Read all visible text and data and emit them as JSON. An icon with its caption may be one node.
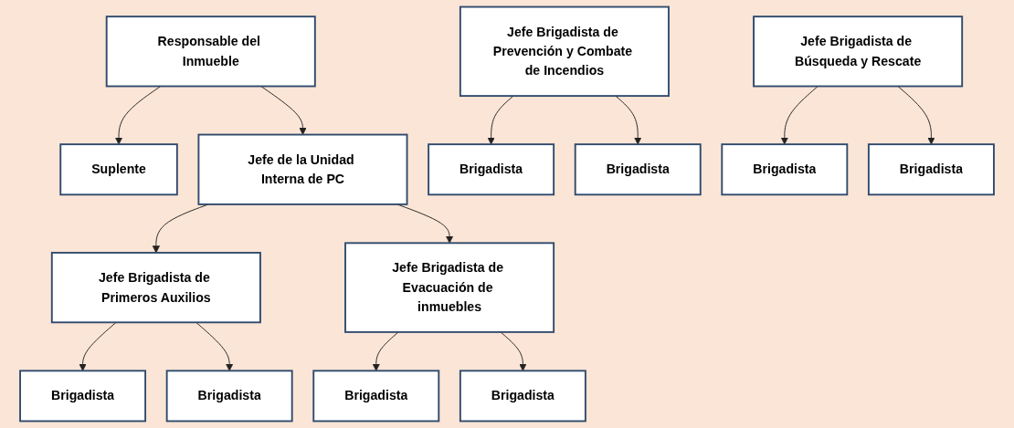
{
  "diagram": {
    "nodes": [
      {
        "text": [
          "Responsable del Inmueble"
        ]
      },
      {
        "text": [
          "Suplente"
        ]
      },
      {
        "text": [
          "Jefe de la Unidad Interna de PC"
        ]
      },
      {
        "text": [
          "Jefe Brigadista de Primeros Auxilios"
        ]
      },
      {
        "text": [
          "Jefe Brigadista de Prevención y Combate de Incendios"
        ]
      },
      {
        "text": [
          "Jefe Brigadista de Evacuación de inmuebles"
        ]
      },
      {
        "text": [
          "Jefe Brigadista de Búsqueda y Rescate"
        ]
      },
      {
        "text": [
          "Brigadista"
        ]
      },
      {
        "text": [
          "Brigadista"
        ]
      },
      {
        "text": [
          "Brigadista"
        ]
      },
      {
        "text": [
          "Brigadista"
        ]
      },
      {
        "text": [
          "Brigadista"
        ]
      },
      {
        "text": [
          "Brigadista"
        ]
      },
      {
        "text": [
          "Brigadista"
        ]
      },
      {
        "text": [
          "Brigadista"
        ]
      }
    ],
    "edges": [
      {
        "from": 0,
        "to": 2,
        "arrow": "to"
      },
      {
        "from": 0,
        "to": 1,
        "arrow": "to"
      },
      {
        "from": 2,
        "to": 3,
        "arrow": "to"
      },
      {
        "from": 2,
        "to": 5,
        "arrow": "to"
      },
      {
        "from": 3,
        "to": 7,
        "arrow": "to"
      },
      {
        "from": 3,
        "to": 8,
        "arrow": "to"
      },
      {
        "from": 4,
        "to": 9,
        "arrow": "to"
      },
      {
        "from": 4,
        "to": 10,
        "arrow": "to"
      },
      {
        "from": 5,
        "to": 11,
        "arrow": "to"
      },
      {
        "from": 5,
        "to": 12,
        "arrow": "to"
      },
      {
        "from": 6,
        "to": 13,
        "arrow": "to"
      },
      {
        "from": 6,
        "to": 14,
        "arrow": "to"
      }
    ]
  }
}
